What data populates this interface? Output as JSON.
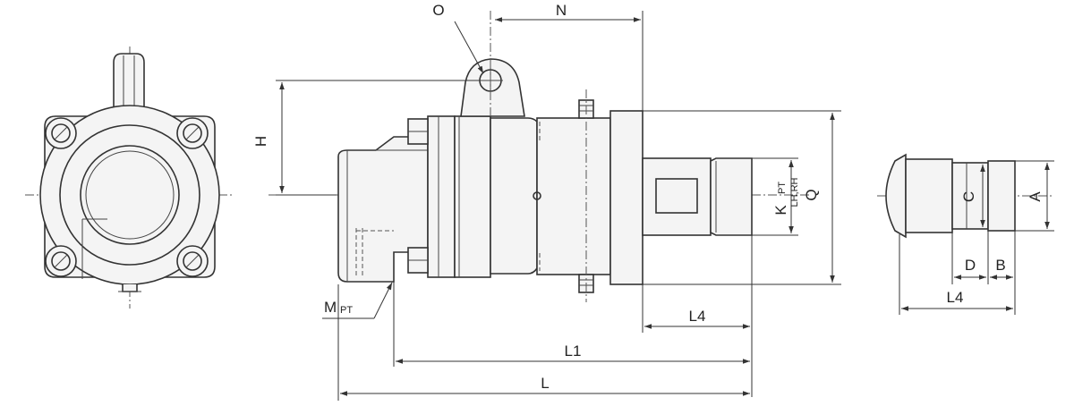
{
  "labels": {
    "O": "O",
    "N": "N",
    "H": "H",
    "Q": "Q",
    "K": "K",
    "K_sub1": "PT",
    "K_sub2": "LH,RH",
    "M": "M",
    "M_sub": "PT",
    "L4_main": "L4",
    "L1": "L1",
    "L": "L",
    "C": "C",
    "A": "A",
    "D": "D",
    "B": "B",
    "L4_side": "L4"
  },
  "colors": {
    "line": "#333333",
    "fill": "#f4f4f4",
    "background": "#ffffff"
  }
}
